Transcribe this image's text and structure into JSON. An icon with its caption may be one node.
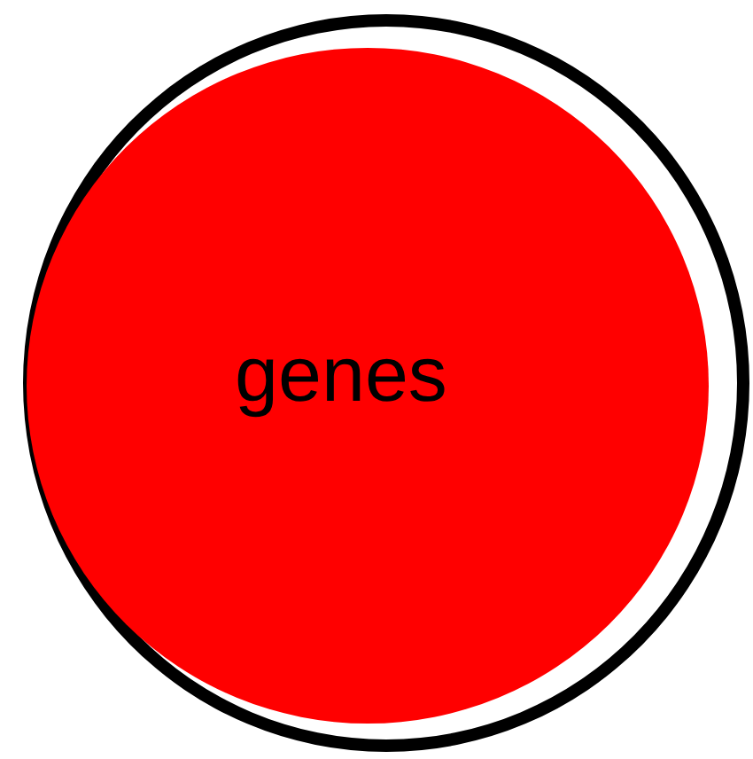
{
  "diagram": {
    "nodes": [
      {
        "text": [],
        "shape": "circle"
      },
      {
        "text": [
          "genes"
        ],
        "in": 0
      }
    ]
  }
}
